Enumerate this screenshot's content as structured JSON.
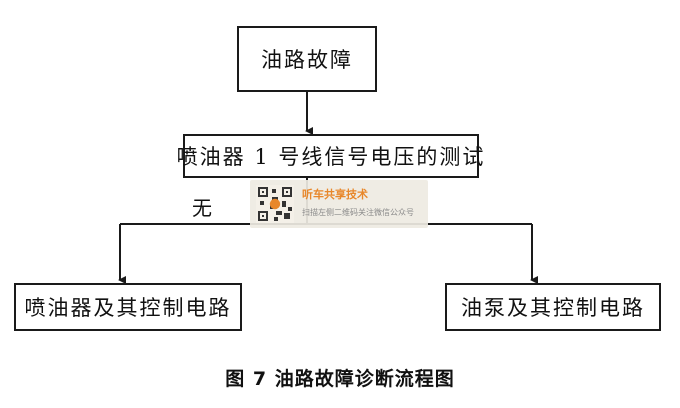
{
  "nodes": {
    "fault": "油路故障",
    "test": "喷油器 1 号线信号电压的测试",
    "injector_circuit": "喷油器及其控制电路",
    "pump_circuit": "油泵及其控制电路"
  },
  "edge_label_none": "无",
  "caption": "图 7    油路故障诊断流程图",
  "watermark": {
    "title": "听车共享技术",
    "subtitle": "扫描左侧二维码关注微信公众号"
  }
}
